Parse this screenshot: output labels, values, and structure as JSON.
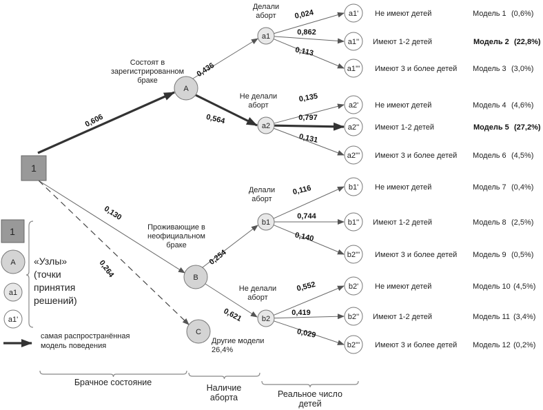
{
  "diagram": {
    "root": {
      "id": "1",
      "label": "1"
    },
    "level1": {
      "A": {
        "label": "A",
        "caption": [
          "Состоят в",
          "зарегистрированном",
          "браке"
        ],
        "prob": "0,606"
      },
      "B": {
        "label": "B",
        "caption": [
          "Проживающие в",
          "неофициальном",
          "браке"
        ],
        "prob": "0,130"
      },
      "C": {
        "label": "C",
        "caption": [
          "Другие модели",
          "26,4%"
        ],
        "prob": "0,264"
      }
    },
    "level2": {
      "a1": {
        "label": "a1",
        "caption": [
          "Делали",
          "аборт"
        ],
        "prob": "0,436"
      },
      "a2": {
        "label": "a2",
        "caption": [
          "Не делали",
          "аборт"
        ],
        "prob": "0,564"
      },
      "b1": {
        "label": "b1",
        "caption": [
          "Делали",
          "аборт"
        ],
        "prob": "0,254"
      },
      "b2": {
        "label": "b2",
        "caption": [
          "Не делали",
          "аборт"
        ],
        "prob": "0,621"
      }
    },
    "leaves": [
      {
        "node": "a1'",
        "prob": "0,024",
        "outcome": "Не имеют детей",
        "model": "Модель 1",
        "share": "(0,6%)"
      },
      {
        "node": "a1''",
        "prob": "0,862",
        "outcome": "Имеют 1-2 детей",
        "model": "Модель 2",
        "share": "(22,8%)"
      },
      {
        "node": "a1'''",
        "prob": "0,113",
        "outcome": "Имеют 3 и более детей",
        "model": "Модель 3",
        "share": "(3,0%)"
      },
      {
        "node": "a2'",
        "prob": "0,135",
        "outcome": "Не имеют детей",
        "model": "Модель 4",
        "share": "(4,6%)"
      },
      {
        "node": "a2''",
        "prob": "0,797",
        "outcome": "Имеют  1-2 детей",
        "model": "Модель 5",
        "share": "(27,2%)"
      },
      {
        "node": "a2'''",
        "prob": "0,131",
        "outcome": "Имеют 3 и более детей",
        "model": "Модель 6",
        "share": "(4,5%)"
      },
      {
        "node": "b1'",
        "prob": "0,116",
        "outcome": "Не имеют детей",
        "model": "Модель 7",
        "share": "(0,4%)"
      },
      {
        "node": "b1''",
        "prob": "0,744",
        "outcome": "Имеют 1-2 детей",
        "model": "Модель 8",
        "share": "(2,5%)"
      },
      {
        "node": "b2'''",
        "prob": "0,140",
        "outcome": "Имеют 3 и более детей",
        "model": "Модель 9",
        "share": "(0,5%)"
      },
      {
        "node": "b2'",
        "prob": "0,552",
        "outcome": "Не имеют детей",
        "model": "Модель 10",
        "share": "(4,5%)"
      },
      {
        "node": "b2''",
        "prob": "0,419",
        "outcome": "Имеют 1-2 детей",
        "model": "Модель 11",
        "share": "(3,4%)"
      },
      {
        "node": "b2'''",
        "prob": "0,029",
        "outcome": "Имеют 3 и более детей",
        "model": "Модель 12",
        "share": "(0,2%)"
      }
    ],
    "highlighted_models": [
      "Модель 2",
      "Модель 5"
    ]
  },
  "legend": {
    "node_examples": [
      "1",
      "A",
      "a1",
      "a1'"
    ],
    "nodes_caption": [
      "«Узлы»",
      "(точки",
      "принятия",
      "решений)"
    ],
    "arrow_caption": [
      "самая распространённая",
      "модель поведения"
    ]
  },
  "categories": {
    "marital": "Брачное состояние",
    "abortion": [
      "Наличие",
      "аборта"
    ],
    "children": [
      "Реальное число",
      "детей"
    ]
  }
}
